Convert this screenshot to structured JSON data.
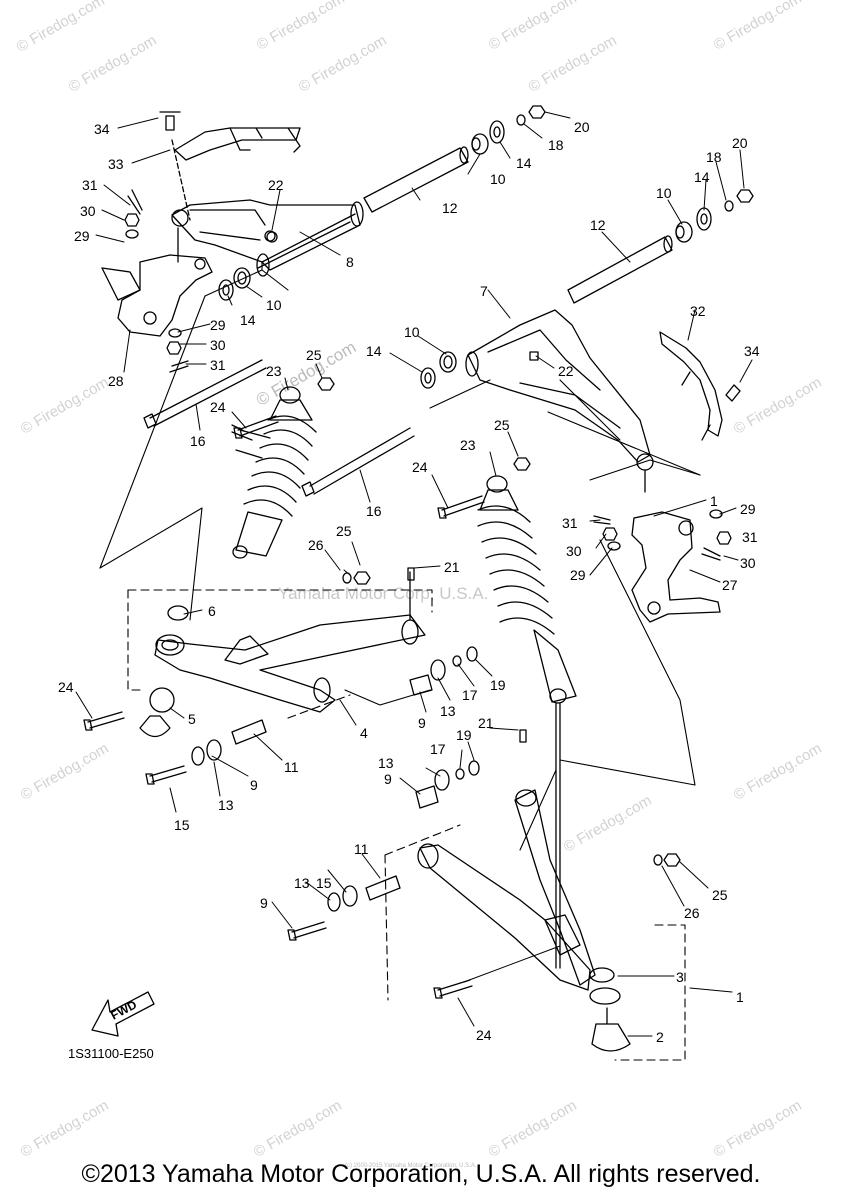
{
  "watermark": {
    "text": "© Firedog.com",
    "center_text": "© Firedog.com",
    "company_text": "Yamaha Motor Corp, U.S.A."
  },
  "diagram_code": "1S31100-E250",
  "fwd_label": "FWD",
  "footer": "©2013 Yamaha Motor Corporation, U.S.A. All rights reserved.",
  "footer_small": "(c) 2000-2015 Yamaha Motor Corporation, U.S.A.",
  "callouts": [
    "34",
    "33",
    "31",
    "30",
    "29",
    "22",
    "28",
    "29",
    "30",
    "31",
    "8",
    "10",
    "14",
    "12",
    "10",
    "14",
    "18",
    "20",
    "10",
    "14",
    "18",
    "20",
    "12",
    "7",
    "32",
    "34",
    "22",
    "10",
    "14",
    "25",
    "23",
    "24",
    "16",
    "25",
    "23",
    "24",
    "16",
    "1",
    "29",
    "31",
    "30",
    "31",
    "30",
    "29",
    "27",
    "26",
    "25",
    "21",
    "6",
    "24",
    "5",
    "4",
    "9",
    "13",
    "17",
    "19",
    "11",
    "21",
    "17",
    "19",
    "13",
    "9",
    "15",
    "13",
    "9",
    "11",
    "15",
    "13",
    "9",
    "25",
    "26",
    "3",
    "1",
    "2",
    "24"
  ]
}
